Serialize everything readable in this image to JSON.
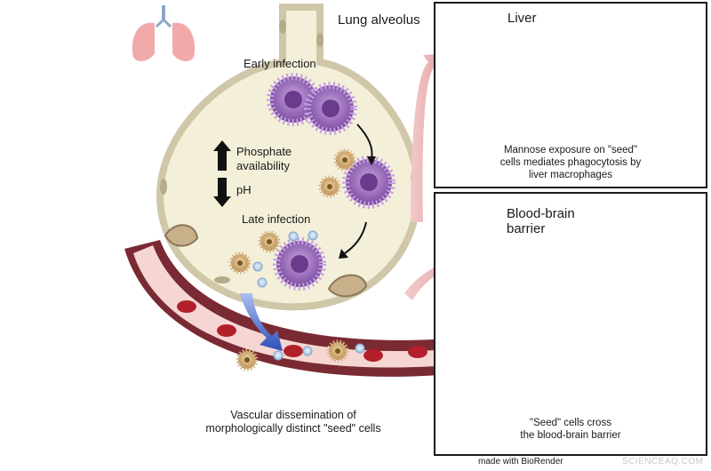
{
  "lung": {
    "title": "Lung alveolus",
    "early": "Early infection",
    "late": "Late infection",
    "phosphate_line1": "Phosphate",
    "phosphate_line2": "availability",
    "ph": "pH"
  },
  "liver": {
    "title": "Liver",
    "caption_line1": "Mannose exposure on \"seed\"",
    "caption_line2": "cells mediates phagocytosis by",
    "caption_line3": "liver macrophages"
  },
  "bbb": {
    "title_line1": "Blood-brain",
    "title_line2": "barrier",
    "caption_line1": "\"Seed\" cells cross",
    "caption_line2": "the blood-brain barrier"
  },
  "vascular": {
    "caption_line1": "Vascular dissemination of",
    "caption_line2": "morphologically distinct \"seed\" cells"
  },
  "credit": "made with BioRender",
  "watermark": "SCIENCEAQ.COM",
  "colors": {
    "alveolus_fill": "#f3efd9",
    "alveolus_wall": "#cfc7a8",
    "vessel_wall": "#7a2a33",
    "vessel_inner": "#f6d6d3",
    "rbc": "#b3202c",
    "titan_cell": "#8b55b0",
    "seed_cell": "#b9d3ea",
    "yeast_cell": "#c49a5a",
    "arrow_pink": "#e8b3b3",
    "arrow_blue": "#2d4fb8",
    "neuron": "#6a3d9a",
    "liver_organ": "#6b2e2e",
    "lung_icon": "#f2a9a9"
  },
  "icons": [
    "lung-icon",
    "liver-icon",
    "brain-icon",
    "up-arrow-icon",
    "down-arrow-icon"
  ]
}
